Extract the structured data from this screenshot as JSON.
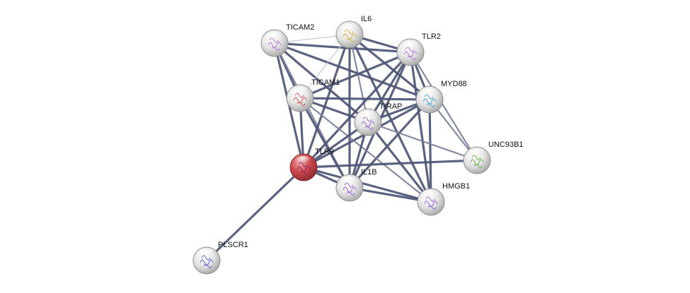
{
  "colors": {
    "background": "#ffffff",
    "edge_strong": "#4d5675",
    "edge_medium": "#7b819a",
    "edge_light": "#c3c6d2",
    "node_fill": "#e8e8e8",
    "node_stroke": "#8f8f8f",
    "query_node_fill": "#c8454b",
    "query_node_stroke": "#8e2a2f",
    "label": "#111111"
  },
  "nodes": [
    {
      "id": "TICAM2",
      "label": "TICAM2",
      "query": false,
      "icon": "protein-structure-icon"
    },
    {
      "id": "IL6",
      "label": "IL6",
      "query": false,
      "icon": "protein-structure-icon"
    },
    {
      "id": "TLR2",
      "label": "TLR2",
      "query": false,
      "icon": "protein-structure-icon"
    },
    {
      "id": "MYD88",
      "label": "MYD88",
      "query": false,
      "icon": "protein-structure-icon"
    },
    {
      "id": "TICAM1",
      "label": "TICAM1",
      "query": false,
      "icon": "protein-structure-icon"
    },
    {
      "id": "TIRAP",
      "label": "TIRAP",
      "query": false,
      "icon": "protein-structure-icon"
    },
    {
      "id": "UNC93B1",
      "label": "UNC93B1",
      "query": false,
      "icon": "protein-structure-icon"
    },
    {
      "id": "TLR9",
      "label": "TLR9",
      "query": true,
      "icon": "protein-structure-icon"
    },
    {
      "id": "IL1B",
      "label": "IL1B",
      "query": false,
      "icon": "protein-structure-icon"
    },
    {
      "id": "HMGB1",
      "label": "HMGB1",
      "query": false,
      "icon": "protein-structure-icon"
    },
    {
      "id": "PLSCR1",
      "label": "PLSCR1",
      "query": false,
      "icon": "protein-structure-icon"
    }
  ],
  "edges": [
    {
      "source": "TICAM2",
      "target": "IL6",
      "strength": "light"
    },
    {
      "source": "TICAM2",
      "target": "TLR2",
      "strength": "strong"
    },
    {
      "source": "TICAM2",
      "target": "MYD88",
      "strength": "strong"
    },
    {
      "source": "TICAM2",
      "target": "TICAM1",
      "strength": "strong"
    },
    {
      "source": "TICAM2",
      "target": "TIRAP",
      "strength": "strong"
    },
    {
      "source": "TICAM2",
      "target": "TLR9",
      "strength": "strong"
    },
    {
      "source": "TICAM2",
      "target": "IL1B",
      "strength": "medium"
    },
    {
      "source": "IL6",
      "target": "TLR2",
      "strength": "strong"
    },
    {
      "source": "IL6",
      "target": "MYD88",
      "strength": "strong"
    },
    {
      "source": "IL6",
      "target": "TICAM1",
      "strength": "light"
    },
    {
      "source": "IL6",
      "target": "TIRAP",
      "strength": "medium"
    },
    {
      "source": "IL6",
      "target": "TLR9",
      "strength": "strong"
    },
    {
      "source": "IL6",
      "target": "IL1B",
      "strength": "strong"
    },
    {
      "source": "IL6",
      "target": "HMGB1",
      "strength": "strong"
    },
    {
      "source": "TLR2",
      "target": "MYD88",
      "strength": "strong"
    },
    {
      "source": "TLR2",
      "target": "TICAM1",
      "strength": "strong"
    },
    {
      "source": "TLR2",
      "target": "TIRAP",
      "strength": "strong"
    },
    {
      "source": "TLR2",
      "target": "TLR9",
      "strength": "strong"
    },
    {
      "source": "TLR2",
      "target": "IL1B",
      "strength": "strong"
    },
    {
      "source": "TLR2",
      "target": "HMGB1",
      "strength": "strong"
    },
    {
      "source": "TLR2",
      "target": "UNC93B1",
      "strength": "medium"
    },
    {
      "source": "MYD88",
      "target": "TICAM1",
      "strength": "strong"
    },
    {
      "source": "MYD88",
      "target": "TIRAP",
      "strength": "strong"
    },
    {
      "source": "MYD88",
      "target": "TLR9",
      "strength": "strong"
    },
    {
      "source": "MYD88",
      "target": "IL1B",
      "strength": "strong"
    },
    {
      "source": "MYD88",
      "target": "HMGB1",
      "strength": "strong"
    },
    {
      "source": "MYD88",
      "target": "UNC93B1",
      "strength": "medium"
    },
    {
      "source": "TICAM1",
      "target": "TIRAP",
      "strength": "strong"
    },
    {
      "source": "TICAM1",
      "target": "TLR9",
      "strength": "strong"
    },
    {
      "source": "TICAM1",
      "target": "IL1B",
      "strength": "strong"
    },
    {
      "source": "TICAM1",
      "target": "HMGB1",
      "strength": "medium"
    },
    {
      "source": "TIRAP",
      "target": "TLR9",
      "strength": "strong"
    },
    {
      "source": "TIRAP",
      "target": "IL1B",
      "strength": "strong"
    },
    {
      "source": "TIRAP",
      "target": "HMGB1",
      "strength": "strong"
    },
    {
      "source": "TIRAP",
      "target": "UNC93B1",
      "strength": "medium"
    },
    {
      "source": "TLR9",
      "target": "IL1B",
      "strength": "strong"
    },
    {
      "source": "TLR9",
      "target": "HMGB1",
      "strength": "strong"
    },
    {
      "source": "TLR9",
      "target": "UNC93B1",
      "strength": "strong"
    },
    {
      "source": "TLR9",
      "target": "PLSCR1",
      "strength": "strong"
    },
    {
      "source": "IL1B",
      "target": "HMGB1",
      "strength": "strong"
    }
  ]
}
